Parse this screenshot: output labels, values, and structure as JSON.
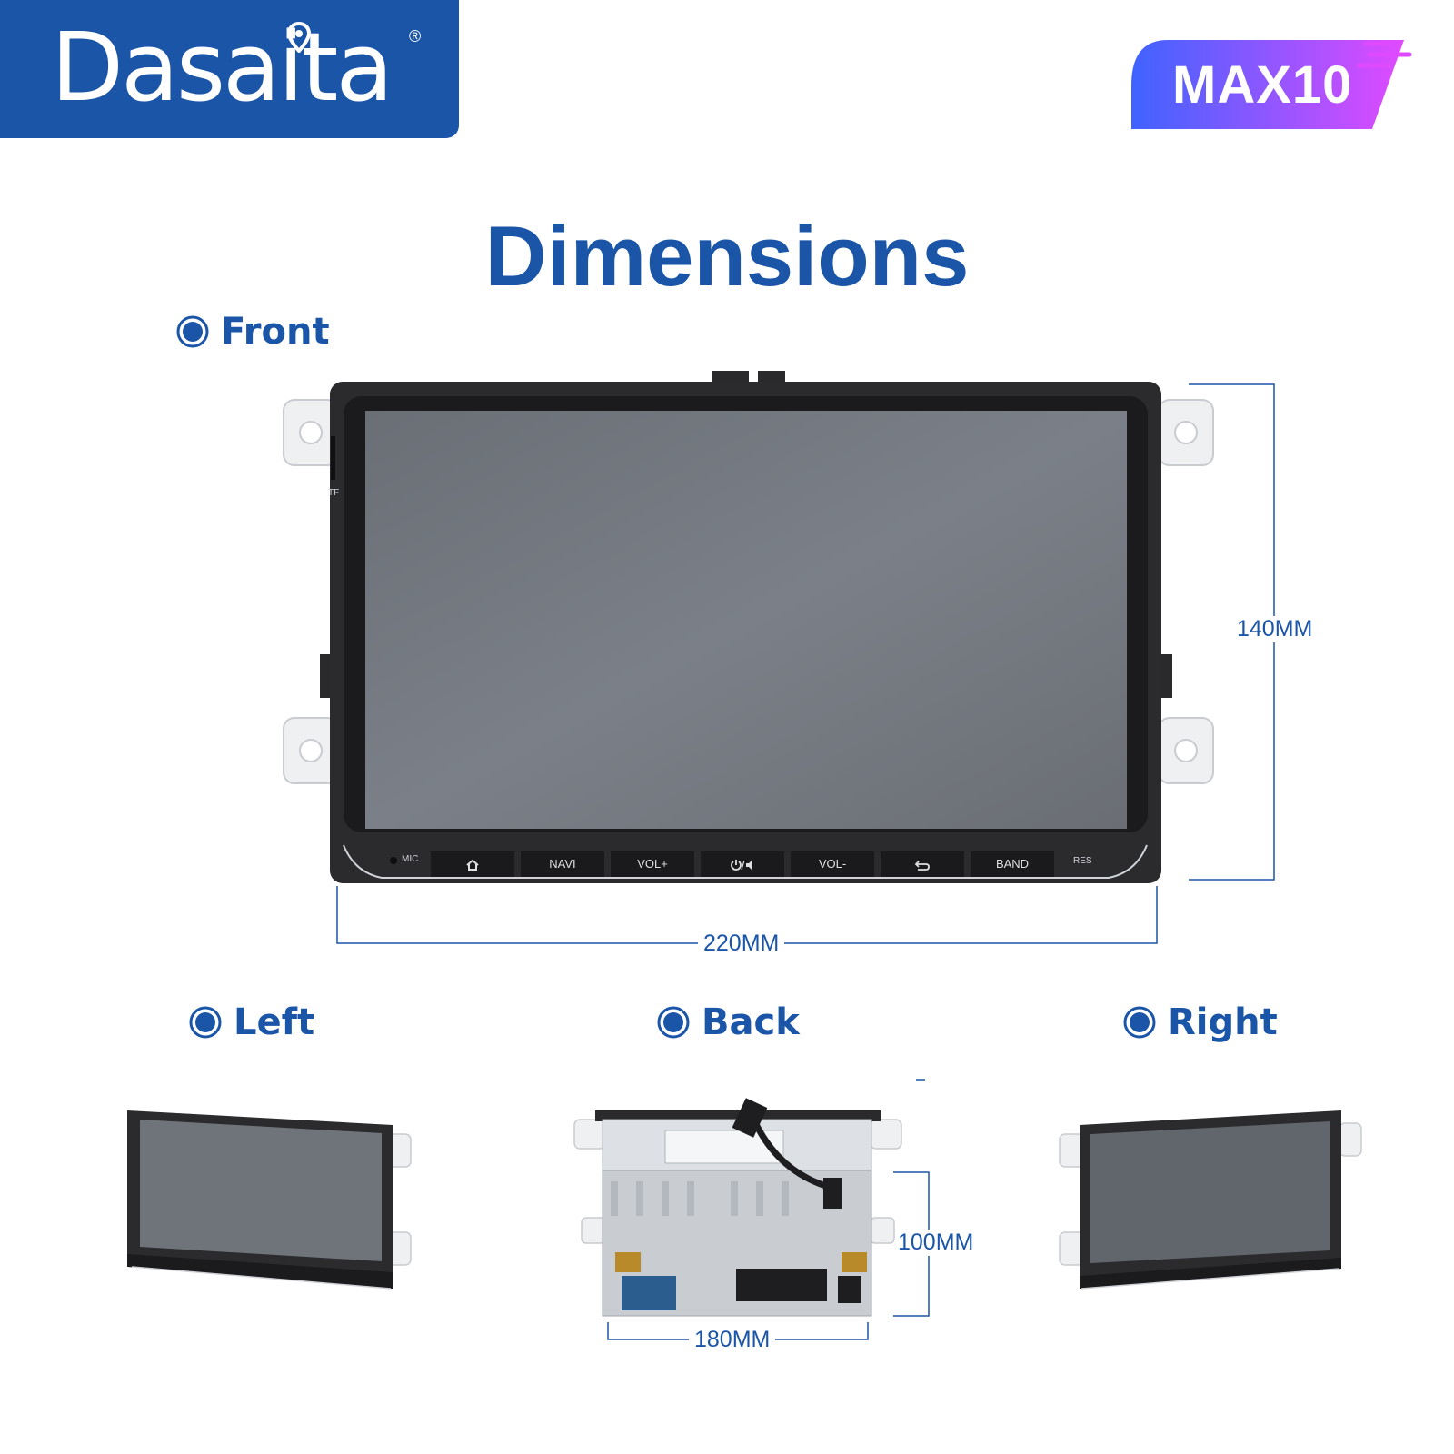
{
  "brand": {
    "name": "Dasaita",
    "registered": "®"
  },
  "badge": {
    "label": "MAX10"
  },
  "title": "Dimensions",
  "sections": {
    "front": "Front",
    "left": "Left",
    "back": "Back",
    "right": "Right"
  },
  "dimensions": {
    "height": "140MM",
    "width": "220MM",
    "back_height": "100MM",
    "back_width": "180MM"
  },
  "device": {
    "tf_label": "TF",
    "mic_label": "MIC",
    "res_label": "RES",
    "buttons": [
      "home-icon",
      "NAVI",
      "VOL+",
      "power-mute-icon",
      "VOL-",
      "back-icon",
      "BAND"
    ]
  },
  "colors": {
    "brand_blue": "#1a55a8",
    "badge_start": "#3f63ff",
    "badge_end": "#e04aff"
  }
}
